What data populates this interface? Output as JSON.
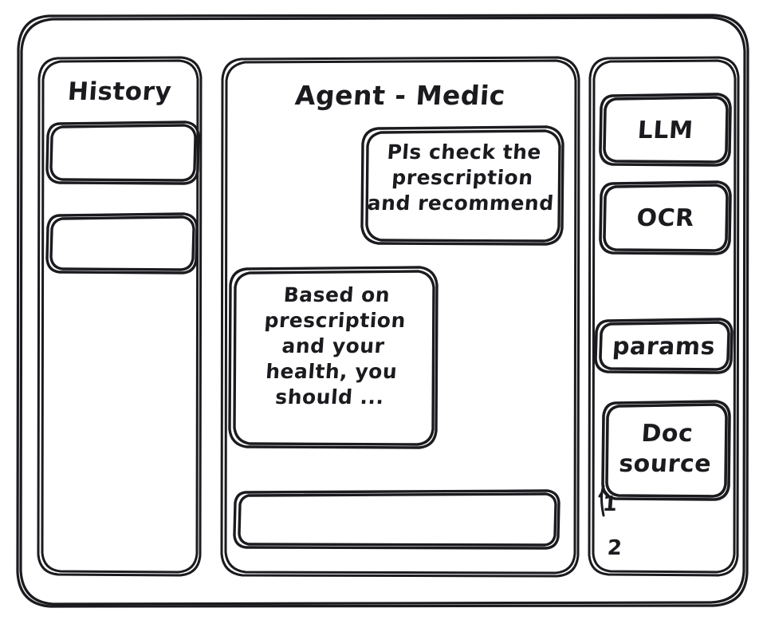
{
  "app": {
    "title": "Agent - Medic",
    "style": "hand-drawn wireframe",
    "stroke_color": "#1b1b1f",
    "background_color": "#ffffff"
  },
  "left_sidebar": {
    "title": "History",
    "items": [
      {
        "label": ""
      },
      {
        "label": ""
      }
    ]
  },
  "main": {
    "title": "Agent - Medic",
    "messages": [
      {
        "role": "user",
        "text": "Pls check the\nprescription\nand recommend"
      },
      {
        "role": "assistant",
        "text": "Based on\nprescription\nand your\nhealth, you\nshould ..."
      }
    ],
    "composer": {
      "value": "",
      "placeholder": ""
    }
  },
  "right_sidebar": {
    "cards": [
      {
        "label": "LLM"
      },
      {
        "label": "OCR"
      },
      {
        "label": "params"
      },
      {
        "label": "Doc\nsource"
      }
    ],
    "doc_source_list": [
      {
        "label": "1"
      },
      {
        "label": "2"
      }
    ]
  }
}
